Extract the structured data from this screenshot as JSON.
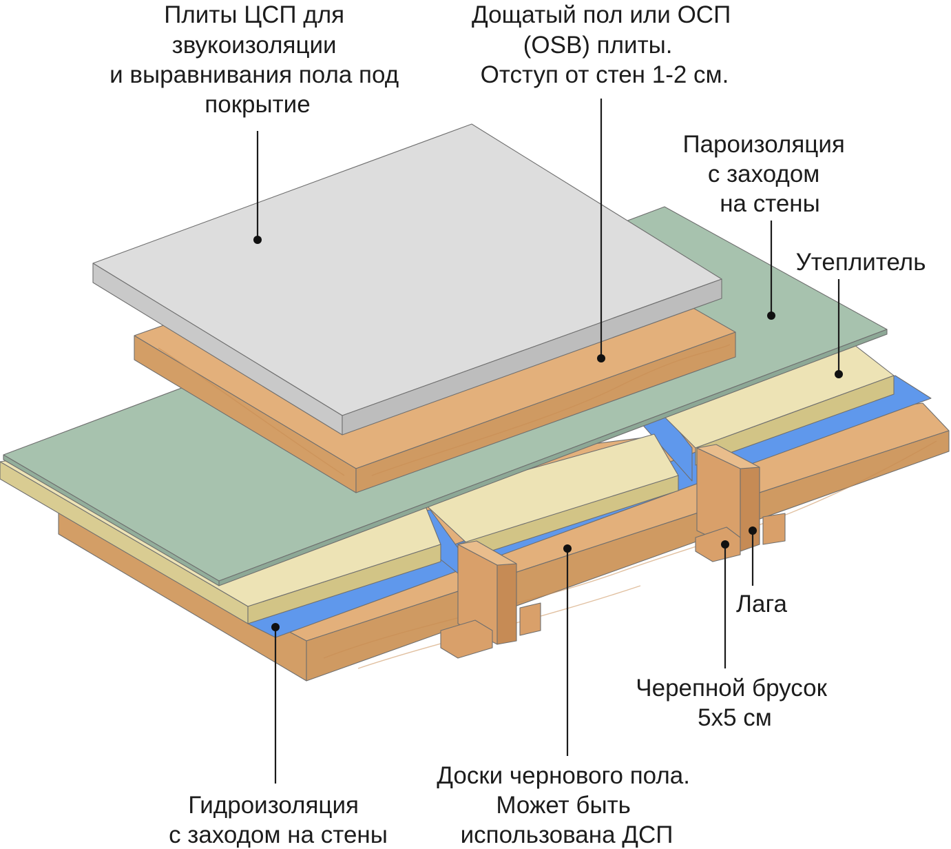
{
  "labels": {
    "tsp_plates": [
      "Плиты ЦСП для",
      "звукоизоляции",
      "и выравнивания пола под",
      "покрытие"
    ],
    "plank_floor": [
      "Дощатый пол или ОСП",
      "(OSB) плиты.",
      "Отступ от стен 1-2 см."
    ],
    "vapor_barrier": [
      "Пароизоляция",
      "с заходом",
      "на стены"
    ],
    "insulation": [
      "Утеплитель"
    ],
    "joist": [
      "Лага"
    ],
    "cranial_bar": [
      "Черепной брусок",
      "5х5 см"
    ],
    "subfloor_boards": [
      "Доски чернового пола.",
      "Может быть",
      "использована ДСП"
    ],
    "waterproofing": [
      "Гидроизоляция",
      "с заходом на стены"
    ]
  },
  "colors": {
    "cement_board": "#dddddd",
    "wood": "#e3b07b",
    "vapor_barrier": "#a7c2ae",
    "insulation": "#ede3b5",
    "waterproofing": "#5f98ec"
  }
}
